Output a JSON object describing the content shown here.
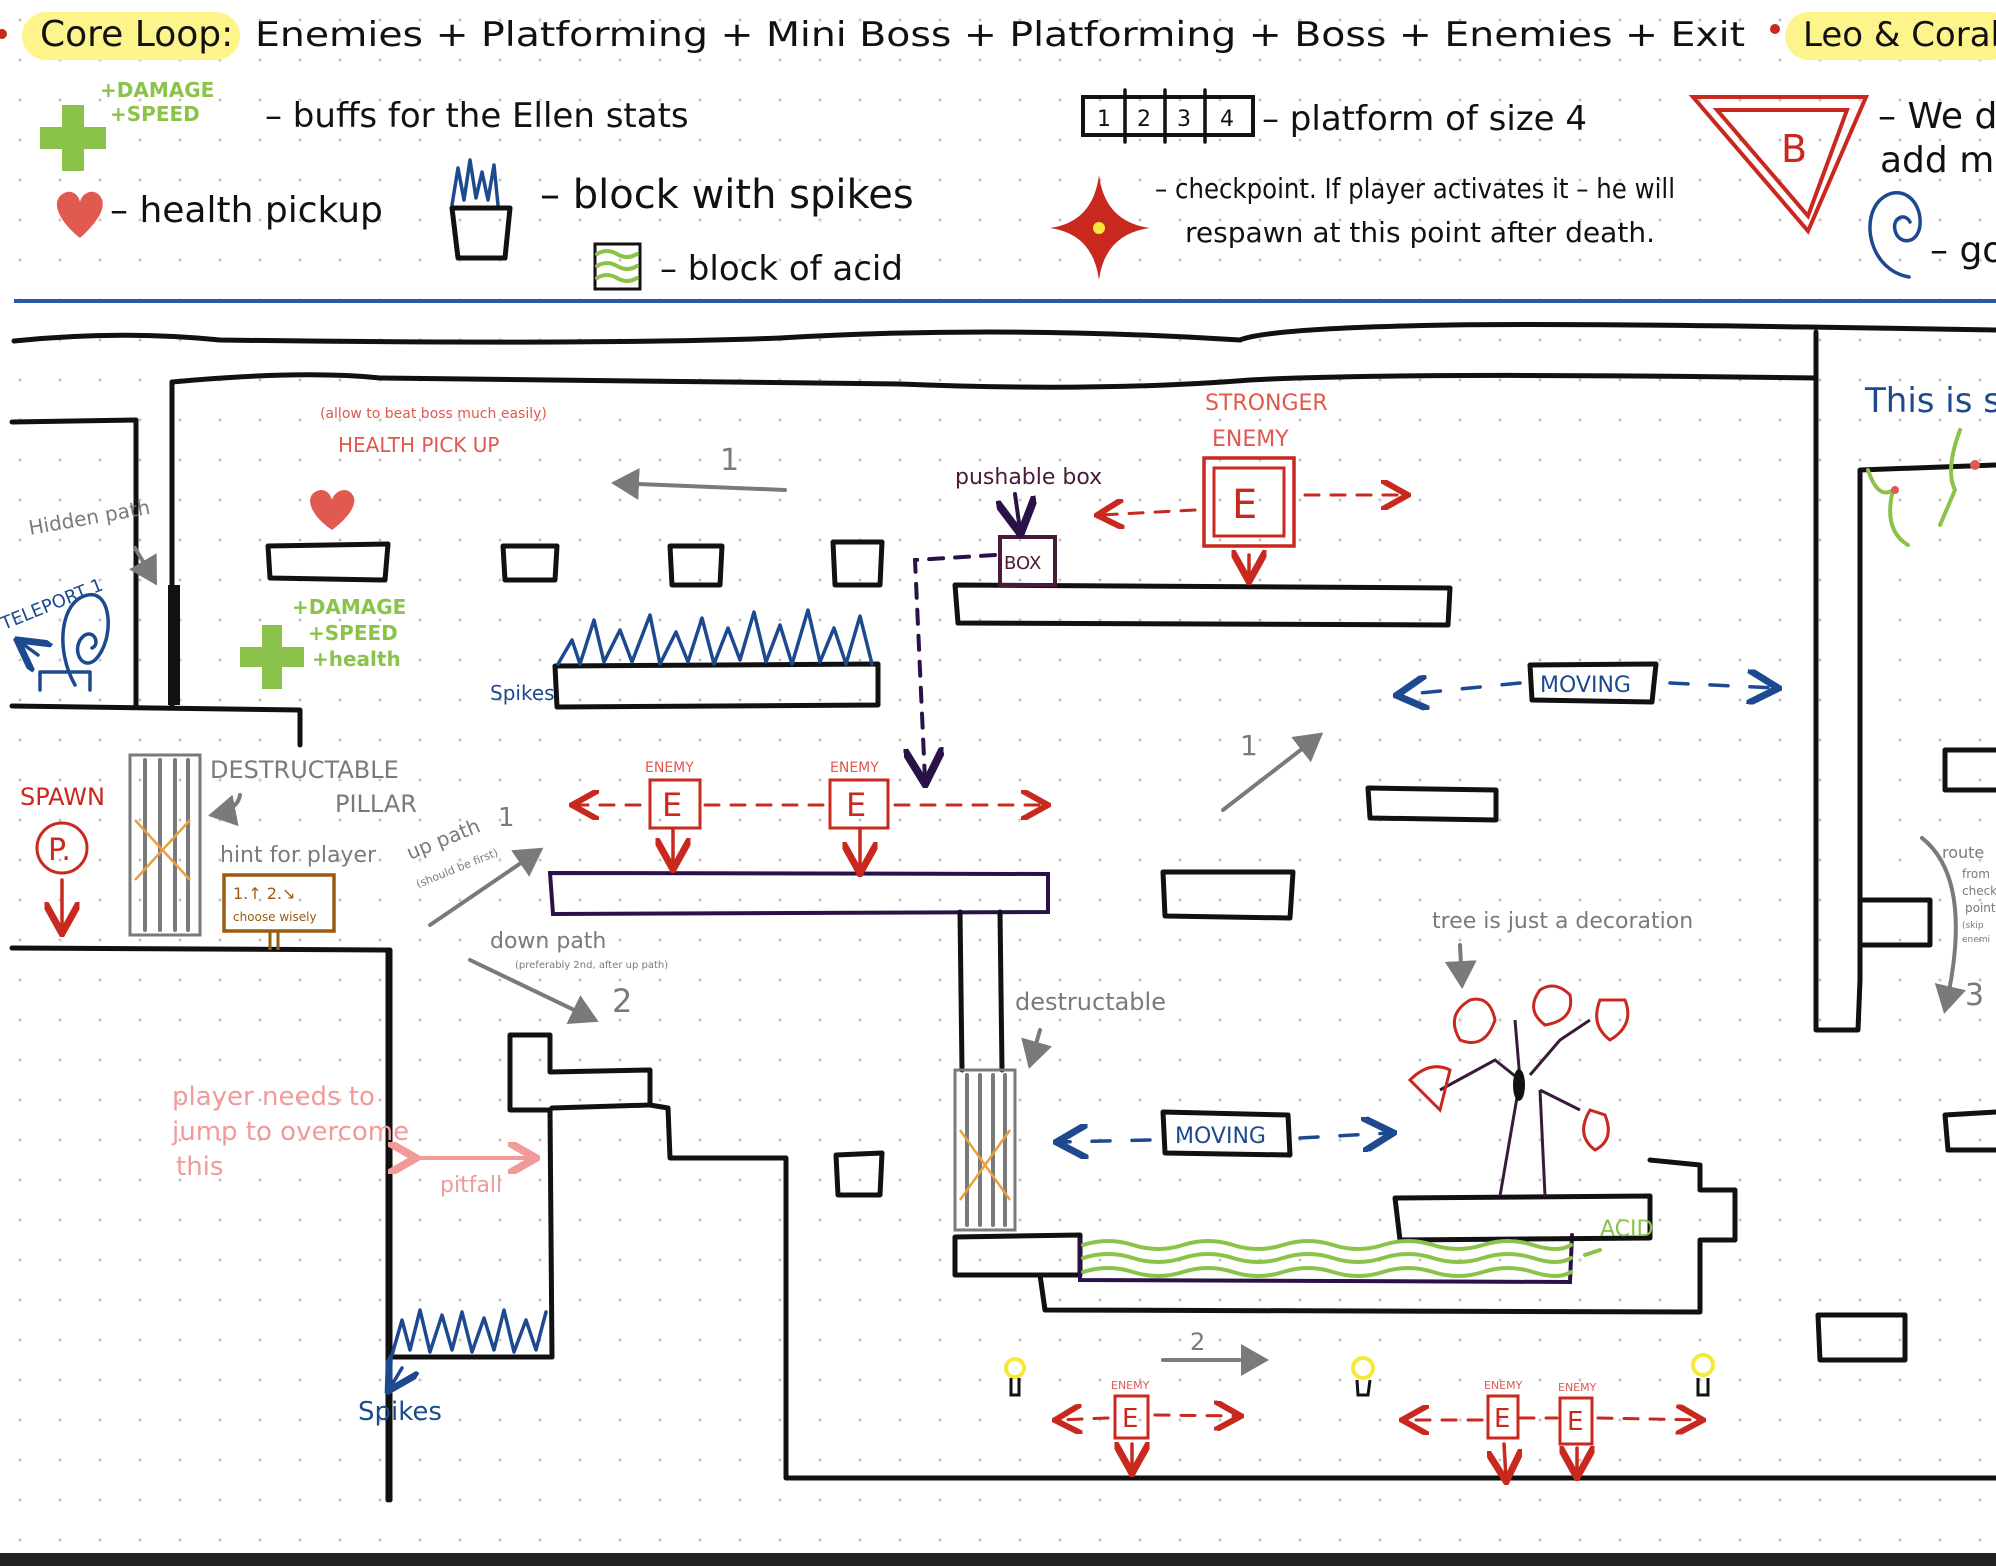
{
  "colors": {
    "ink": "#111111",
    "enemy_red": "#c8281e",
    "label_red": "#e0584e",
    "blue": "#1d4a8e",
    "green": "#8bc34a",
    "gray": "#7a7a7a",
    "purple": "#2a1248",
    "highlight_yellow": "#fdf58c",
    "pink": "#f09a9a",
    "brown": "#9a5a12",
    "divider_blue": "#2a5aa0",
    "bottom_bar": "#222222"
  },
  "header": {
    "core_loop_label": "Core Loop:",
    "core_loop_text": "Enemies + Platforming + Mini Boss + Platforming + Boss + Enemies + Exit",
    "right_highlight": "Leo & Coral"
  },
  "legend": {
    "powerup_tags": [
      "+DAMAGE",
      "+SPEED"
    ],
    "powerup_desc": "– buffs for the Ellen stats",
    "health_desc": "– health pickup",
    "spikes_desc": "– block with spikes",
    "acid_desc": "– block of acid",
    "platform_cells": [
      "1",
      "2",
      "3",
      "4"
    ],
    "platform_desc": "– platform of size 4",
    "checkpoint_desc_line1": "– checkpoint. If player activates it – he will",
    "checkpoint_desc_line2": "respawn at this point after death.",
    "boss_letter": "B",
    "boss_desc_line1": "– We d",
    "boss_desc_line2": "add mo",
    "teleport_desc": "– go"
  },
  "level": {
    "hidden_path": "Hidden path",
    "teleport": "TELEPORT 1",
    "health_note": "(allow to beat boss much easily)",
    "health_pickup": "HEALTH PICK UP",
    "powerup_tags": [
      "+DAMAGE",
      "+SPEED",
      "+health"
    ],
    "spikes_upper": "Spikes",
    "path1_number": "1",
    "pushable_box": "pushable box",
    "box": "BOX",
    "stronger_enemy_line1": "STRONGER",
    "stronger_enemy_line2": "ENEMY",
    "enemy_letter": "E",
    "enemy_label": "ENEMY",
    "moving": "MOVING",
    "spawn": "SPAWN",
    "player_letter": "P.",
    "destructable_pillar_line1": "DESTRUCTABLE",
    "destructable_pillar_line2": "PILLAR",
    "hint_for_player": "hint for player",
    "sign_line1": "1.↑ 2.↘",
    "sign_line2": "choose wisely",
    "up_path": "up path",
    "up_path_num": "1",
    "up_path_note": "(should be first)",
    "down_path": "down path",
    "down_path_note": "(preferably 2nd, after up path)",
    "down_path_num": "2",
    "pitfall_note_line1": "player needs to",
    "pitfall_note_line2": "jump to overcome",
    "pitfall_note_line3": "this",
    "pitfall": "pitfall",
    "spikes_lower": "Spikes",
    "destructable": "destructable",
    "tree_note": "tree is just a decoration",
    "acid": "ACID",
    "path2_number": "2",
    "path1b_number": "1",
    "right_note": "This is se",
    "route_note_line1": "route",
    "route_note_line2": "from",
    "route_note_line3": "check",
    "route_note_line4": "point",
    "route_note_line5": "(skip",
    "route_note_line6": "enemi",
    "route_num": "3"
  }
}
